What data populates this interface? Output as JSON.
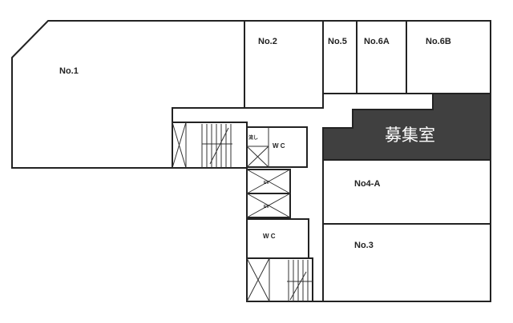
{
  "rooms": {
    "no1": "No.1",
    "no2": "No.2",
    "no5": "No.5",
    "no6a": "No.6A",
    "no6b": "No.6B",
    "no4a": "No4-A",
    "no3": "No.3",
    "vacancy": "募集室",
    "wc1": "W C",
    "wc2": "W C",
    "sink": "流し",
    "ev1": "EV",
    "ev2": "EV"
  },
  "colors": {
    "vacancy_fill": "#404040",
    "vacancy_text": "#ffffff",
    "walls": "#222222"
  }
}
